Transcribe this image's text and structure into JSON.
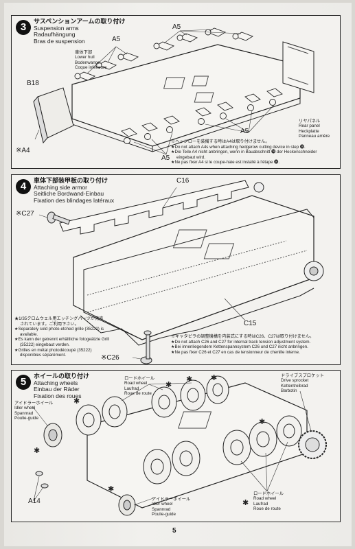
{
  "step3": {
    "number": "3",
    "title_jp": "サスペンションアームの取り付け",
    "title_en": "Suspension arms",
    "title_de": "Radaufhängung",
    "title_fr": "Bras de suspension",
    "lower_hull": {
      "jp": "車体下部",
      "en": "Lower hull",
      "de": "Bodenwanne",
      "fr": "Coque inférieure"
    },
    "rear_panel": {
      "jp": "リヤパネル",
      "en": "Rear panel",
      "de": "Heckplatte",
      "fr": "Panneau arrière"
    },
    "part_a5": "A5",
    "part_b18": "B18",
    "part_a4": "※A4",
    "notes": [
      "※ヘッジローを装備する時はA4は取り付けません。",
      "★Do not attach A4s when attaching hedgerow cutting device in step ⓮.",
      "★Die Teile A4 nicht anbringen, wenn in Bauabschnitt ⓮ der Heckenschneider",
      "eingebaut wird.",
      "★Ne pas fixer A4 si le coupe-haie est installé à l'étape ⓮."
    ]
  },
  "step4": {
    "number": "4",
    "title_jp": "車体下部装甲板の取り付け",
    "title_en": "Attaching side armor",
    "title_de": "Seitliche Bordwand-Einbau",
    "title_fr": "Fixation des blindages latéraux",
    "part_c16": "C16",
    "part_c15": "C15",
    "part_c27": "※C27",
    "part_c26": "※C26",
    "left_notes": [
      "★1/35クロムウェル用エッチングパーツが発売",
      "されています。ご利用下さい。",
      "★Separately sold photo-etched grille (35222) is",
      "available.",
      "★Es kann der getrennt erhältliche fotogeätzte Grill",
      "(35222) eingebaut verden.",
      "★Grilles en métal photodécoupé (35222)",
      "disponibles séparément."
    ],
    "right_notes": [
      "※キャタピラの調整機構を内装式にする時はC26、C27は取り付けません。",
      "★Do not attach C26 and C27 for internal track tension adjustment system.",
      "★Bei innenliegendem Kettenspannsystem C26 und C27 nicht anbringen.",
      "★Ne pas fixer C26 et C27 en cas de tensionneur de chenille interne."
    ]
  },
  "step5": {
    "number": "5",
    "title_jp": "ホイールの取り付け",
    "title_en": "Attaching wheels",
    "title_de": "Einbau der Räder",
    "title_fr": "Fixation des roues",
    "road_wheel_top": {
      "jp": "ロードホイール",
      "en": "Road wheel",
      "de": "Laufrad",
      "fr": "Roue de route"
    },
    "drive_sprocket": {
      "jp": "ドライブスプロケット",
      "en": "Drive sprocket",
      "de": "Kettentreibrad",
      "fr": "Barbotin"
    },
    "idler_left": {
      "jp": "アイドラーホイール",
      "en": "Idler wheel",
      "de": "Spannrad",
      "fr": "Poulie-guide"
    },
    "idler_bottom": {
      "jp": "アイドラーホイール",
      "en": "Idler wheel",
      "de": "Spannrad",
      "fr": "Poulie-guide"
    },
    "road_wheel_bottom": {
      "jp": "ロードホイール",
      "en": "Road wheel",
      "de": "Laufrad",
      "fr": "Roue de route"
    },
    "part_a14": "A14"
  },
  "page_number": "5"
}
